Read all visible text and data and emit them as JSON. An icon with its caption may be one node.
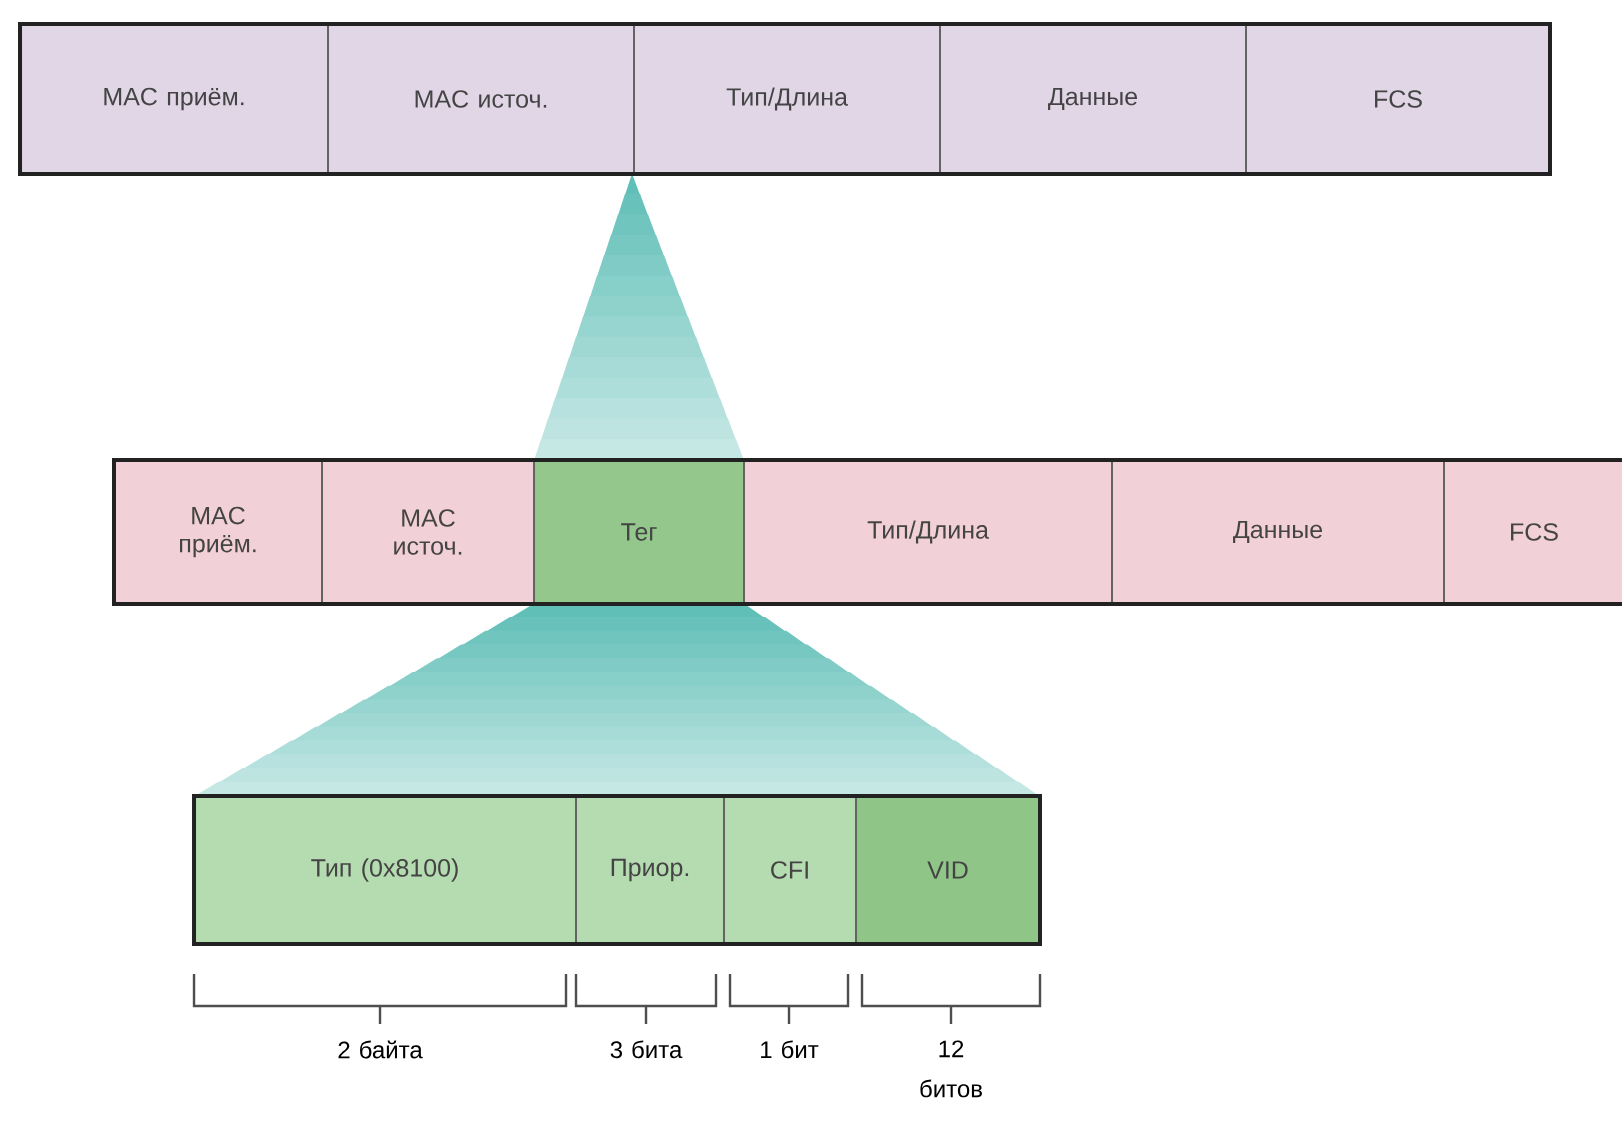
{
  "diagram": {
    "nodes": [
      {
        "text": [],
        "shape": "bar"
      },
      {
        "text": [
          "MAC приём."
        ],
        "in": 0
      },
      {
        "text": [
          "MAC источ."
        ],
        "in": 0
      },
      {
        "text": [
          "Тип/Длина"
        ],
        "in": 0
      },
      {
        "text": [
          "Данные"
        ],
        "in": 0
      },
      {
        "text": [
          "FCS"
        ],
        "in": 0
      },
      {
        "text": [],
        "shape": "bar"
      },
      {
        "text": [
          "MAC приём."
        ],
        "in": 6
      },
      {
        "text": [
          "MAC источ."
        ],
        "in": 6
      },
      {
        "text": [
          "Тег"
        ],
        "in": 6
      },
      {
        "text": [
          "Тип/Длина"
        ],
        "in": 6
      },
      {
        "text": [
          "Данные"
        ],
        "in": 6
      },
      {
        "text": [
          "FCS"
        ],
        "in": 6
      },
      {
        "text": [],
        "shape": "bar"
      },
      {
        "text": [
          "Тип (0x8100)"
        ],
        "in": 13
      },
      {
        "text": [
          "Приор."
        ],
        "in": 13
      },
      {
        "text": [
          "CFI"
        ],
        "in": 13
      },
      {
        "text": [
          "VID"
        ],
        "in": 13
      }
    ],
    "labels": [
      "2 байта",
      "3 бита",
      "1 бит",
      "12 битов"
    ]
  }
}
